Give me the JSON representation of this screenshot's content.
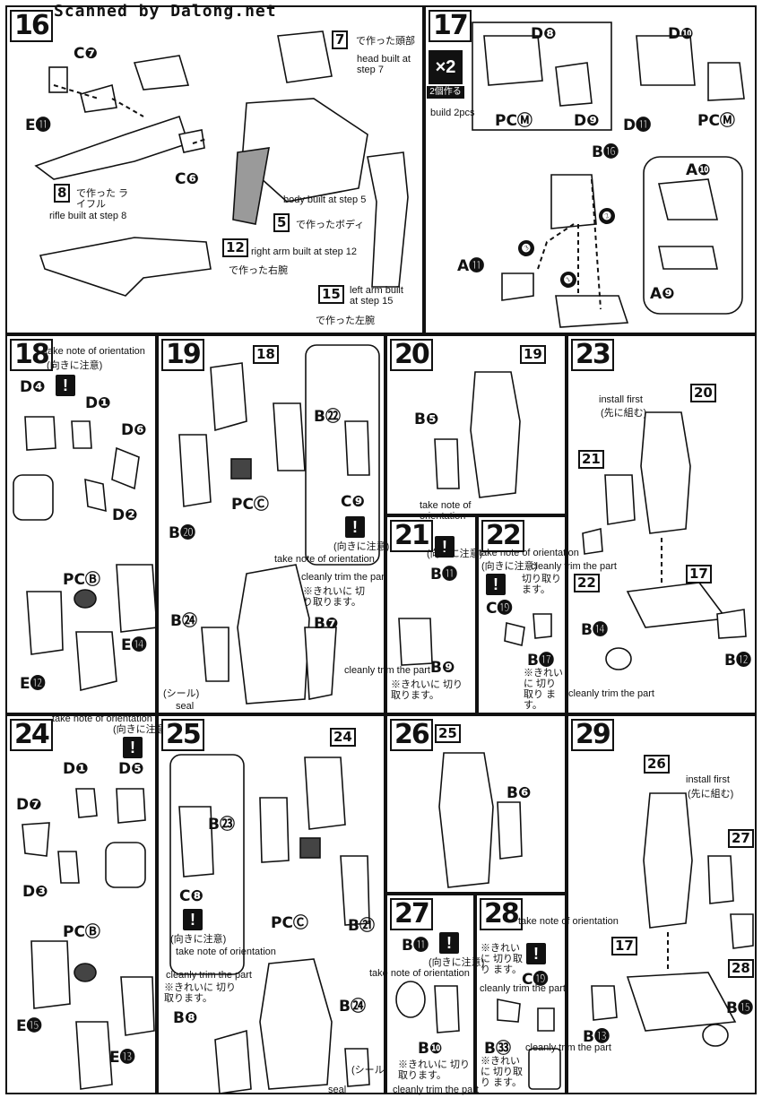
{
  "header": "Scanned by Dalong.net",
  "steps": {
    "s16": {
      "num": "16",
      "parts": {
        "c7": "C❼",
        "e11": "E⓫",
        "c6": "C❻"
      },
      "head": {
        "box": "7",
        "jp": "で作った頭部",
        "en": "head built at step 7"
      },
      "rifle": {
        "box": "8",
        "jp": "で作った ライフル",
        "en": "rifle built at step 8"
      },
      "body": {
        "box": "5",
        "jp": "で作ったボディ",
        "en": "body built at step 5"
      },
      "rarm": {
        "box": "12",
        "jp": "で作った右腕",
        "en": "right arm built at step 12"
      },
      "larm": {
        "box": "15",
        "jp": "で作った左腕",
        "en": "left arm built at step 15"
      }
    },
    "s17": {
      "num": "17",
      "x2": "×2",
      "x2_jp": "2個作る",
      "x2_en": "build 2pcs",
      "parts": {
        "d8": "D❽",
        "d10": "D❿",
        "pcm1": "PCⓂ",
        "d9": "D❾",
        "d11": "D⓫",
        "pcm2": "PCⓂ",
        "b16": "B⓰",
        "a10": "A❿",
        "a11": "A⓫",
        "a9": "A❾"
      },
      "seq": [
        "❶",
        "❷",
        "❸"
      ]
    },
    "s18": {
      "num": "18",
      "note_en": "take note of orientation",
      "note_jp": "(向きに注意)",
      "parts": {
        "d4": "D❹",
        "d1": "D❶",
        "d6": "D❻",
        "d2": "D❷",
        "pcb": "PCⒷ",
        "e14": "E⓮",
        "e12": "E⓬"
      }
    },
    "s19": {
      "num": "19",
      "ref": "18",
      "parts": {
        "b22": "B㉒",
        "c9": "C❾",
        "b20": "B⓴",
        "pcc": "PCⒸ",
        "b24": "B㉔",
        "b7": "B❼"
      },
      "note_en": "take note of orientation",
      "note_jp": "(向きに注意)",
      "trim_en": "cleanly trim the part",
      "trim_jp": "※きれいに 切り取ります。",
      "trim_en2": "cleanly trim the part",
      "seal_jp": "(シール)",
      "seal_en": "seal"
    },
    "s20": {
      "num": "20",
      "ref": "19",
      "parts": {
        "b5": "B❺"
      },
      "note_en": "take note of orientation"
    },
    "s21": {
      "num": "21",
      "parts": {
        "b11": "B⓫",
        "b9": "B❾"
      },
      "note_jp": "(向きに注意)",
      "trim_jp": "※きれいに 切り取ります。"
    },
    "s22": {
      "num": "22",
      "note_en": "take note of orientation",
      "note_jp": "(向きに注意)",
      "trim_en": "cleanly trim the part",
      "trim_jp": "切り取り ます。",
      "parts": {
        "c19": "C⓳",
        "b17": "B⓱"
      },
      "trim_jp2": "※きれいに 切り取り ます。"
    },
    "s23": {
      "num": "23",
      "ref": "20",
      "install_en": "install first",
      "install_jp": "(先に組む)",
      "refs": {
        "r21": "21",
        "r22": "22",
        "r17": "17"
      },
      "parts": {
        "b14": "B⓮",
        "b12": "B⓬"
      },
      "trim_en": "cleanly trim the part"
    },
    "s24": {
      "num": "24",
      "note_en": "take note of orientation",
      "note_jp": "(向きに注意)",
      "parts": {
        "d1": "D❶",
        "d5": "D❺",
        "d7": "D❼",
        "d3": "D❸",
        "pcb": "PCⒷ",
        "e15": "E⓯",
        "e13": "E⓭"
      }
    },
    "s25": {
      "num": "25",
      "ref": "24",
      "parts": {
        "b23": "B㉓",
        "c8": "C❽",
        "pcc": "PCⒸ",
        "b21": "B㉑",
        "b24": "B㉔",
        "b8": "B❽"
      },
      "note_jp": "(向きに注意)",
      "note_en": "take note of orientation",
      "trim_en": "cleanly trim the part",
      "trim_jp": "※きれいに 切り取ります。",
      "seal_jp": "(シール)",
      "seal_en": "seal"
    },
    "s26": {
      "num": "26",
      "ref": "25",
      "parts": {
        "b6": "B❻"
      }
    },
    "s27": {
      "num": "27",
      "parts": {
        "b11": "B⓫",
        "b10": "B❿"
      },
      "note_jp": "(向きに注意)",
      "note_en": "take note of orientation",
      "trim_jp": "※きれいに 切り取ります。",
      "trim_en": "cleanly trim the part"
    },
    "s28": {
      "num": "28",
      "note_en": "take note of orientation",
      "trim_jp": "※きれいに 切り取り ます。",
      "parts": {
        "c19": "C⓳",
        "b33": "B㉝"
      },
      "trim_en": "cleanly trim the part",
      "trim_en2": "cleanly trim the part",
      "trim_jp2": "※きれいに 切り取り ます。"
    },
    "s29": {
      "num": "29",
      "ref": "26",
      "install_en": "install first",
      "install_jp": "(先に組む)",
      "refs": {
        "r27": "27",
        "r28": "28",
        "r17": "17"
      },
      "parts": {
        "b13": "B⓭",
        "b15": "B⓯"
      }
    }
  }
}
